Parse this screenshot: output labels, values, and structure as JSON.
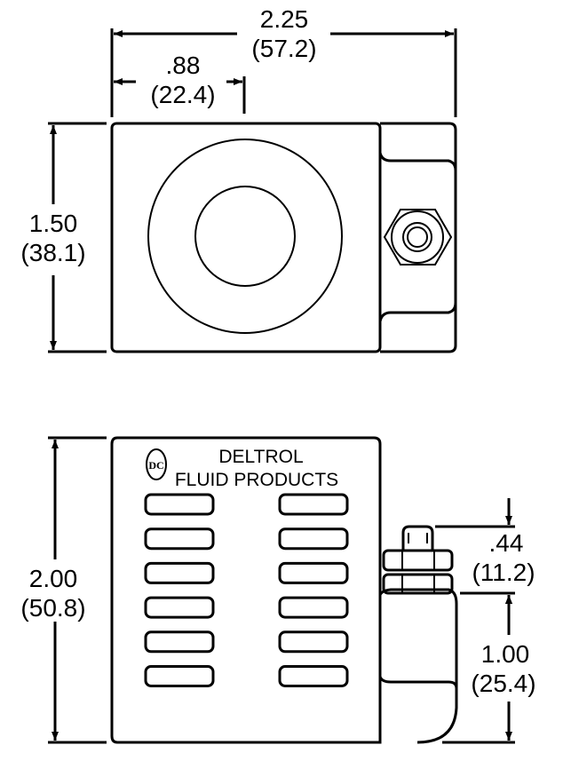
{
  "drawing": {
    "title": "Deltrol Fluid Products coil dimensional drawing",
    "top_view": {
      "overall_width": {
        "inches": "2.25",
        "mm": "(57.2)"
      },
      "center_offset": {
        "inches": ".88",
        "mm": "(22.4)"
      },
      "height": {
        "inches": "1.50",
        "mm": "(38.1)"
      }
    },
    "side_view": {
      "overall_height": {
        "inches": "2.00",
        "mm": "(50.8)"
      },
      "terminal_height": {
        "inches": ".44",
        "mm": "(11.2)"
      },
      "bracket_height": {
        "inches": "1.00",
        "mm": "(25.4)"
      },
      "brand_line1": "DELTROL",
      "brand_line2": "FLUID PRODUCTS",
      "logo_text": "DC",
      "vent_rows": 6,
      "vent_columns": 2
    }
  }
}
